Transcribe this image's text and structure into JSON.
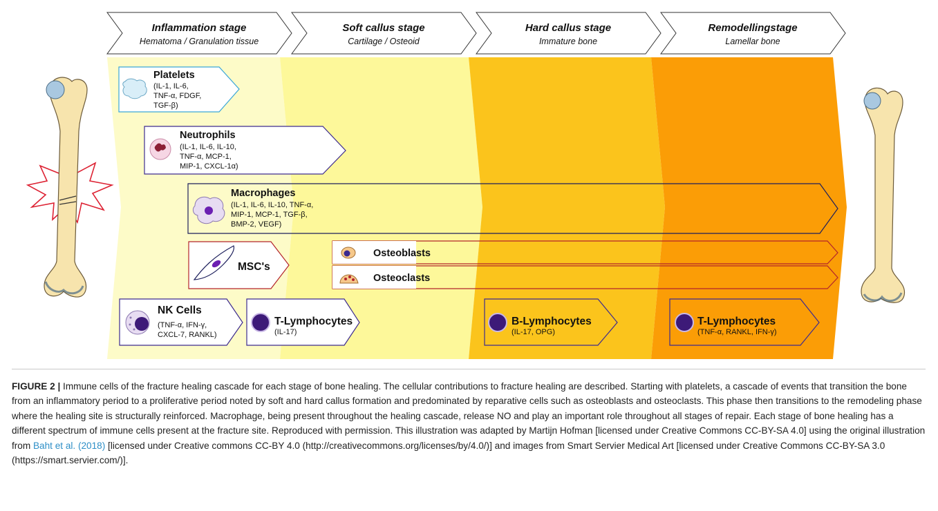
{
  "stages": [
    {
      "title": "Inflammation stage",
      "subtitle": "Hematoma / Granulation tissue"
    },
    {
      "title": "Soft callus stage",
      "subtitle": "Cartilage / Osteoid"
    },
    {
      "title": "Hard callus stage",
      "subtitle": "Immature bone"
    },
    {
      "title": "Remodellingstage",
      "subtitle": "Lamellar bone"
    }
  ],
  "stage_colors": [
    "#fdfbc8",
    "#fdf89a",
    "#fbc41c",
    "#fb9d06"
  ],
  "cells": {
    "platelets": {
      "name": "Platelets",
      "details": [
        "(IL-1, IL-6,",
        "TNF-α, FDGF,",
        "TGF-β)"
      ],
      "color": "#3aa6d8"
    },
    "neutrophils": {
      "name": "Neutrophils",
      "details": [
        "(IL-1, IL-6, IL-10,",
        "TNF-α, MCP-1,",
        "MIP-1, CXCL-1α)"
      ],
      "color": "#3d2b8f"
    },
    "macrophages": {
      "name": "Macrophages",
      "details": [
        "(IL-1, IL-6, IL-10, TNF-α,",
        "MIP-1, MCP-1, TGF-β,",
        "BMP-2, VEGF)"
      ],
      "color": "#1d1f5c"
    },
    "mscs": {
      "name": "MSC's",
      "color": "#b3242b"
    },
    "osteoblasts": {
      "name": "Osteoblasts",
      "color": "#b3242b"
    },
    "osteoclasts": {
      "name": "Osteoclasts",
      "color": "#b3242b"
    },
    "nk_cells": {
      "name": "NK Cells",
      "details": [
        "(TNF-α, IFN-γ,",
        "CXCL-7, RANKL)"
      ],
      "color": "#3d2b8f"
    },
    "t_lymphocytes_early": {
      "name": "T-Lymphocytes",
      "details": [
        "(IL-17)"
      ],
      "color": "#3d2b8f"
    },
    "b_lymphocytes": {
      "name": "B-Lymphocytes",
      "details": [
        "(IL-17, OPG)"
      ],
      "color": "#3d2b8f"
    },
    "t_lymphocytes_late": {
      "name": "T-Lymphocytes",
      "details": [
        "(TNF-α, RANKL, IFN-γ)"
      ],
      "color": "#3d2b8f"
    }
  },
  "caption": {
    "label": "FIGURE 2 |",
    "text_before_link": " Immune cells of the fracture healing cascade for each stage of bone healing. The cellular contributions to fracture healing are described. Starting with platelets, a cascade of events that transition the bone from an inflammatory period to a proliferative period noted by soft and hard callus formation and predominated by reparative cells such as osteoblasts and osteoclasts. This phase then transitions to the remodeling phase where the healing site is structurally reinforced. Macrophage, being present throughout the healing cascade, release NO and play an important role throughout all stages of repair. Each stage of bone healing has a different spectrum of immune cells present at the fracture site. Reproduced with permission. This illustration was adapted by Martijn Hofman [licensed under Creative Commons CC-BY-SA 4.0] using the original illustration from ",
    "link_text": "Baht et al. (2018)",
    "text_after_link": " [licensed under Creative commons CC-BY 4.0 (http://creativecommons.org/licenses/by/4.0/)] and images from Smart Servier Medical Art [licensed under Creative Commons CC-BY-SA 3.0 (https://smart.servier.com/)]."
  }
}
